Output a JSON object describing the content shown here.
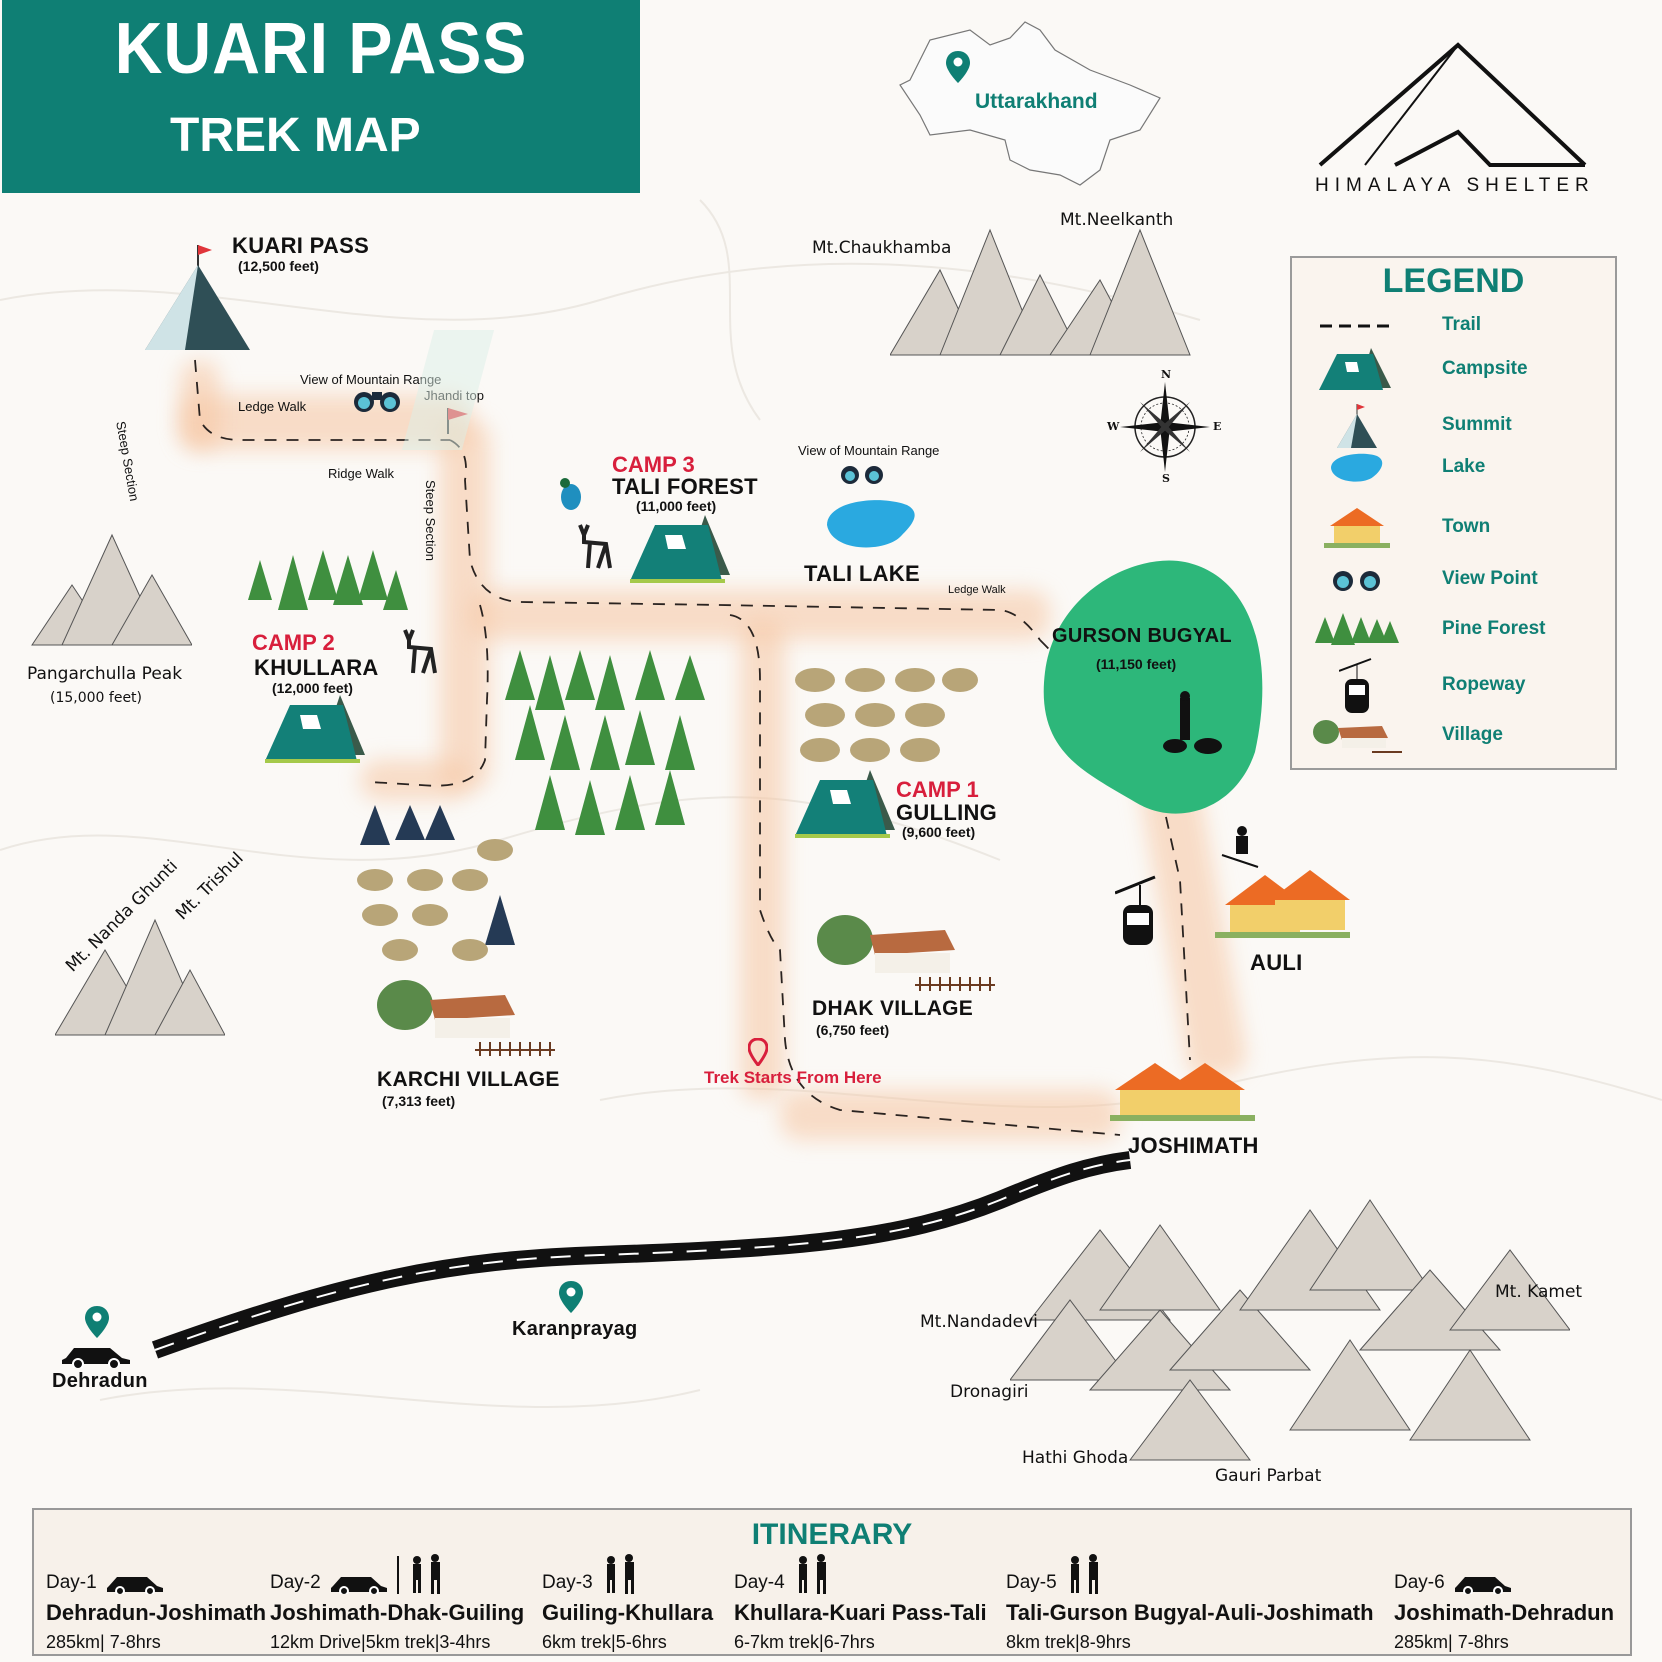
{
  "header": {
    "title_line1": "KUARI PASS",
    "title_line2": "TREK MAP",
    "bg_color": "#0f7f74"
  },
  "inset_map": {
    "state_label": "Uttarakhand",
    "icon": "map-pin-icon"
  },
  "brand": {
    "name": "HIMALAYA SHELTER",
    "icon": "mountain-logo-icon"
  },
  "places": {
    "kuari_pass": {
      "name": "KUARI PASS",
      "altitude": "(12,500 feet)"
    },
    "camp3": {
      "camp": "CAMP 3",
      "name": "TALI FOREST",
      "altitude": "(11,000 feet)"
    },
    "camp2": {
      "camp": "CAMP 2",
      "name": "KHULLARA",
      "altitude": "(12,000 feet)"
    },
    "camp1": {
      "camp": "CAMP 1",
      "name": "GULLING",
      "altitude": "(9,600 feet)"
    },
    "tali_lake": {
      "name": "TALI LAKE",
      "view_label": "View of Mountain Range"
    },
    "gurson_bugyal": {
      "name": "GURSON BUGYAL",
      "altitude": "(11,150 feet)"
    },
    "auli": {
      "name": "AULI"
    },
    "joshimath": {
      "name": "JOSHIMATH"
    },
    "dhak_village": {
      "name": "DHAK VILLAGE",
      "altitude": "(6,750 feet)"
    },
    "karchi_village": {
      "name": "KARCHI VILLAGE",
      "altitude": "(7,313 feet)"
    },
    "trek_start": {
      "label": "Trek Starts From Here"
    },
    "dehradun": {
      "name": "Dehradun"
    },
    "karanprayag": {
      "name": "Karanprayag"
    },
    "jhandi_top": {
      "name": "Jhandi top",
      "view_label": "View of Mountain Range"
    }
  },
  "trail_labels": {
    "ledge_walk_top": "Ledge Walk",
    "ridge_walk": "Ridge Walk",
    "steep_section_left": "Steep Section",
    "steep_section_mid": "Steep Section",
    "ledge_walk_right": "Ledge Walk"
  },
  "peaks": {
    "chaukhamba": "Mt.Chaukhamba",
    "neelkanth": "Mt.Neelkanth",
    "pangarchulla": "Pangarchulla Peak",
    "pangarchulla_alt": "(15,000 feet)",
    "nanda_ghunti": "Mt. Nanda Ghunti",
    "trishul": "Mt. Trishul",
    "nandadevi": "Mt.Nandadevi",
    "dronagiri": "Dronagiri",
    "hathi_ghoda": "Hathi Ghoda",
    "gauri_parbat": "Gauri Parbat",
    "kamet": "Mt. Kamet"
  },
  "compass": {
    "n": "N",
    "s": "S",
    "e": "E",
    "w": "W"
  },
  "legend": {
    "title": "LEGEND",
    "items": [
      {
        "icon": "trail-dash-icon",
        "label": "Trail"
      },
      {
        "icon": "tent-icon",
        "label": "Campsite"
      },
      {
        "icon": "summit-icon",
        "label": "Summit"
      },
      {
        "icon": "lake-icon",
        "label": "Lake"
      },
      {
        "icon": "house-icon",
        "label": "Town"
      },
      {
        "icon": "binoculars-icon",
        "label": "View Point"
      },
      {
        "icon": "pine-trees-icon",
        "label": "Pine Forest"
      },
      {
        "icon": "ropeway-icon",
        "label": "Ropeway"
      },
      {
        "icon": "village-icon",
        "label": "Village"
      }
    ]
  },
  "itinerary": {
    "title": "ITINERARY",
    "days": [
      {
        "day": "Day-1",
        "mode": "car",
        "route": "Dehradun-Joshimath",
        "detail": "285km| 7-8hrs"
      },
      {
        "day": "Day-2",
        "mode": "car+trek",
        "route": "Joshimath-Dhak-Guiling",
        "detail": "12km Drive|5km trek|3-4hrs"
      },
      {
        "day": "Day-3",
        "mode": "trek",
        "route": "Guiling-Khullara",
        "detail": "6km trek|5-6hrs"
      },
      {
        "day": "Day-4",
        "mode": "trek",
        "route": "Khullara-Kuari Pass-Tali",
        "detail": "6-7km trek|6-7hrs"
      },
      {
        "day": "Day-5",
        "mode": "trek",
        "route": "Tali-Gurson Bugyal-Auli-Joshimath",
        "detail": "8km trek|8-9hrs"
      },
      {
        "day": "Day-6",
        "mode": "car",
        "route": "Joshimath-Dehradun",
        "detail": "285km| 7-8hrs"
      }
    ]
  },
  "colors": {
    "teal": "#0f7f74",
    "camp_red": "#d81f3c",
    "meadow_green": "#2db77a",
    "lake_blue": "#2aa9e0",
    "trail_glow": "#f5c4a0"
  }
}
